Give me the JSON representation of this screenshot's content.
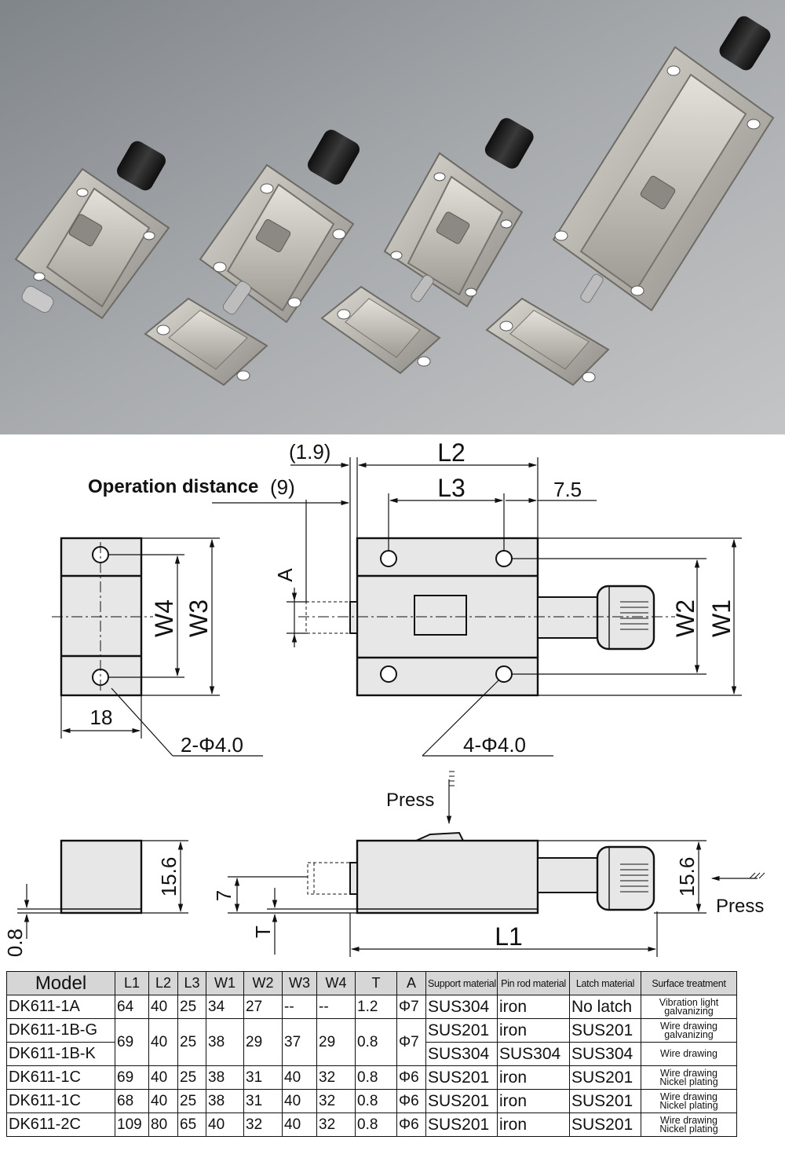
{
  "diagram": {
    "dimensions": {
      "gap": "(1.9)",
      "operation_distance_label": "Operation distance",
      "operation_distance_value": "(9)",
      "l1": "L1",
      "l2": "L2",
      "l3": "L3",
      "w1": "W1",
      "w2": "W2",
      "w3": "W3",
      "w4": "W4",
      "a": "A",
      "t": "T",
      "offset_7_5": "7.5",
      "width_18": "18",
      "height_15_6": "15.6",
      "height_7": "7",
      "thickness_0_8": "0.8",
      "holes_2": "2-Φ4.0",
      "holes_4": "4-Φ4.0"
    },
    "press_label": "Press"
  },
  "table": {
    "headers": [
      "Model",
      "L1",
      "L2",
      "L3",
      "W1",
      "W2",
      "W3",
      "W4",
      "T",
      "A",
      "Support material",
      "Pin rod material",
      "Latch material",
      "Surface treatment"
    ],
    "rows": [
      {
        "model": "DK611-1A",
        "l1": "64",
        "l2": "40",
        "l3": "25",
        "w1": "34",
        "w2": "27",
        "w3": "--",
        "w4": "--",
        "t": "1.2",
        "a": "Φ7",
        "support": "SUS304",
        "pin": "iron",
        "latch": "No latch",
        "surface1": "Vibration light",
        "surface2": "galvanizing"
      },
      {
        "model": "DK611-1B-G",
        "l1": "69",
        "l2": "40",
        "l3": "25",
        "w1": "38",
        "w2": "29",
        "w3": "37",
        "w4": "29",
        "t": "0.8",
        "a": "Φ7",
        "support": "SUS201",
        "pin": "iron",
        "latch": "SUS201",
        "surface1": "Wire drawing",
        "surface2": "galvanizing"
      },
      {
        "model": "DK611-1B-K",
        "support": "SUS304",
        "pin": "SUS304",
        "latch": "SUS304",
        "surface1": "Wire drawing",
        "surface2": ""
      },
      {
        "model": "DK611-1C",
        "l1": "69",
        "l2": "40",
        "l3": "25",
        "w1": "38",
        "w2": "31",
        "w3": "40",
        "w4": "32",
        "t": "0.8",
        "a": "Φ6",
        "support": "SUS201",
        "pin": "iron",
        "latch": "SUS201",
        "surface1": "Wire drawing",
        "surface2": "Nickel plating"
      },
      {
        "model": "DK611-1C",
        "l1": "68",
        "l2": "40",
        "l3": "25",
        "w1": "38",
        "w2": "31",
        "w3": "40",
        "w4": "32",
        "t": "0.8",
        "a": "Φ6",
        "support": "SUS201",
        "pin": "iron",
        "latch": "SUS201",
        "surface1": "Wire drawing",
        "surface2": "Nickel plating"
      },
      {
        "model": "DK611-2C",
        "l1": "109",
        "l2": "80",
        "l3": "65",
        "w1": "40",
        "w2": "32",
        "w3": "40",
        "w4": "32",
        "t": "0.8",
        "a": "Φ6",
        "support": "SUS201",
        "pin": "iron",
        "latch": "SUS201",
        "surface1": "Wire drawing",
        "surface2": "Nickel plating"
      }
    ]
  },
  "colors": {
    "photo_background": "#9a9ea2",
    "steel": "#c9c6c0",
    "knob": "#1b1b1b",
    "table_header": "#d6d6d6"
  }
}
